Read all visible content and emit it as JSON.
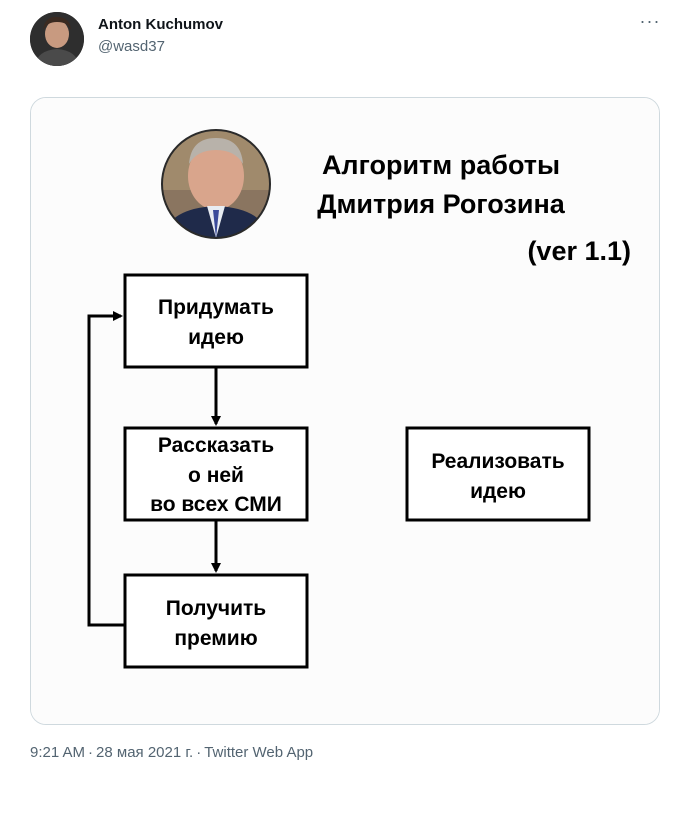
{
  "tweet": {
    "author_name": "Anton Kuchumov",
    "author_handle": "@wasd37",
    "more_icon": "more-dots-icon",
    "more_glyph": "···",
    "time": "9:21 AM",
    "separator": "·",
    "date": "28 мая 2021 г.",
    "source": "Twitter Web App"
  },
  "image": {
    "title_line1": "Алгоритм работы",
    "title_line2": "Дмитрия Рогозина",
    "version": "(ver 1.1)",
    "box_idea_line1": "Придумать",
    "box_idea_line2": "идею",
    "box_tell_line1": "Рассказать",
    "box_tell_line2": "о ней",
    "box_tell_line3": "во всех СМИ",
    "box_prize_line1": "Получить",
    "box_prize_line2": "премию",
    "box_implement_line1": "Реализовать",
    "box_implement_line2": "идею"
  },
  "colors": {
    "text_primary": "#0f1419",
    "text_secondary": "#536471",
    "card_border": "#cfd9de"
  }
}
